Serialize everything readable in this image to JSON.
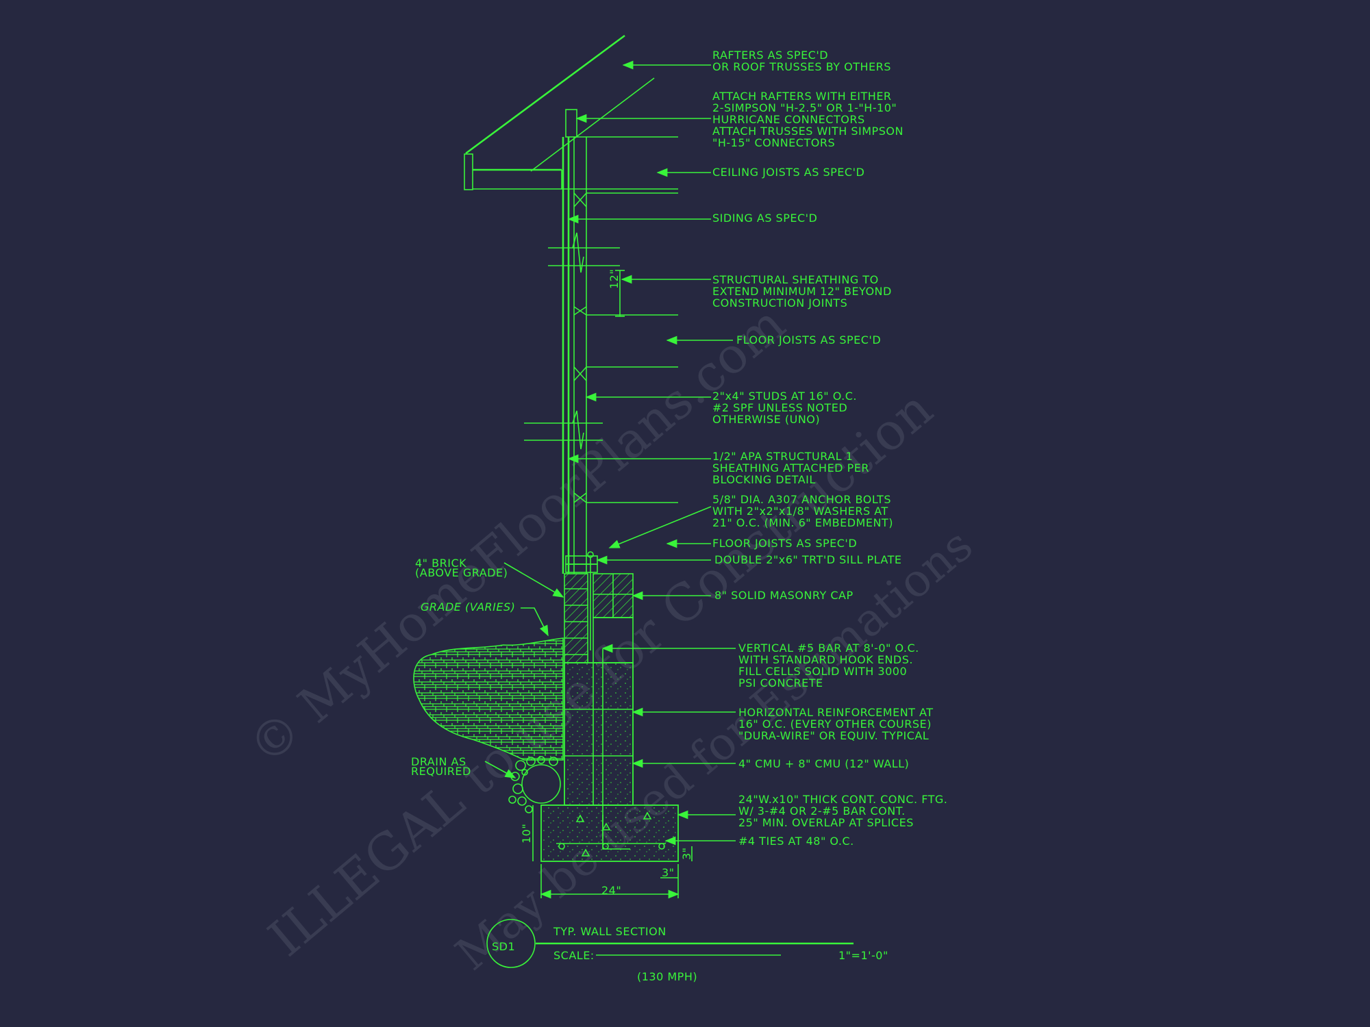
{
  "colors": {
    "background": "#262840",
    "linework": "#39f43a",
    "watermark": "#4a4d62"
  },
  "watermark": {
    "line1": "© MyHomeFloorPlans.com",
    "line2": "ILLEGAL to use for Construction",
    "line3": "May be used for Estimations"
  },
  "callouts_right": [
    [
      "RAFTERS AS SPEC'D",
      "OR ROOF TRUSSES BY OTHERS"
    ],
    [
      "ATTACH RAFTERS WITH EITHER",
      "2-SIMPSON \"H-2.5\" OR 1-\"H-10\"",
      "HURRICANE CONNECTORS",
      "ATTACH TRUSSES WITH SIMPSON",
      "\"H-15\" CONNECTORS"
    ],
    [
      "CEILING JOISTS AS SPEC'D"
    ],
    [
      "SIDING AS SPEC'D"
    ],
    [
      "STRUCTURAL SHEATHING TO",
      "EXTEND MINIMUM 12\" BEYOND",
      "CONSTRUCTION JOINTS"
    ],
    [
      "FLOOR JOISTS AS SPEC'D"
    ],
    [
      "2\"x4\" STUDS AT 16\" O.C.",
      "#2 SPF UNLESS NOTED",
      "OTHERWISE (UNO)"
    ],
    [
      "1/2\" APA STRUCTURAL 1",
      "SHEATHING ATTACHED PER",
      "BLOCKING DETAIL"
    ],
    [
      "5/8\" DIA. A307 ANCHOR BOLTS",
      "WITH 2\"x2\"x1/8\" WASHERS AT",
      "21\" O.C. (MIN. 6\" EMBEDMENT)"
    ],
    [
      "FLOOR JOISTS AS SPEC'D"
    ],
    [
      "DOUBLE 2\"x6\" TRT'D SILL PLATE"
    ],
    [
      "8\" SOLID MASONRY CAP"
    ],
    [
      "VERTICAL #5 BAR AT 8'-0\" O.C.",
      "WITH STANDARD HOOK ENDS.",
      "FILL CELLS SOLID WITH 3000",
      "PSI CONCRETE"
    ],
    [
      "HORIZONTAL REINFORCEMENT AT",
      "16\" O.C. (EVERY OTHER COURSE)",
      "\"DURA-WIRE\" OR EQUIV. TYPICAL"
    ],
    [
      "4\" CMU + 8\" CMU (12\" WALL)"
    ],
    [
      "24\"W.x10\" THICK CONT. CONC. FTG.",
      "W/ 3-#4 OR 2-#5 BAR CONT.",
      "25\" MIN. OVERLAP AT SPLICES"
    ],
    [
      "#4 TIES AT 48\" O.C."
    ]
  ],
  "callouts_left": {
    "brick": [
      "4\" BRICK",
      "(ABOVE GRADE)"
    ],
    "grade": "GRADE (VARIES)",
    "drain": [
      "DRAIN AS",
      "REQUIRED"
    ]
  },
  "dimensions": {
    "sheathing_overlap": "12\"",
    "footing_height": "10\"",
    "footing_width": "24\"",
    "bar_cover": "3\"",
    "bar_cover_side": "3\""
  },
  "title_block": {
    "detail_id": "SD1",
    "title": "TYP. WALL SECTION",
    "scale_label": "SCALE:",
    "scale_value": "1\"=1'-0\"",
    "wind_rating": "(130 MPH)"
  }
}
